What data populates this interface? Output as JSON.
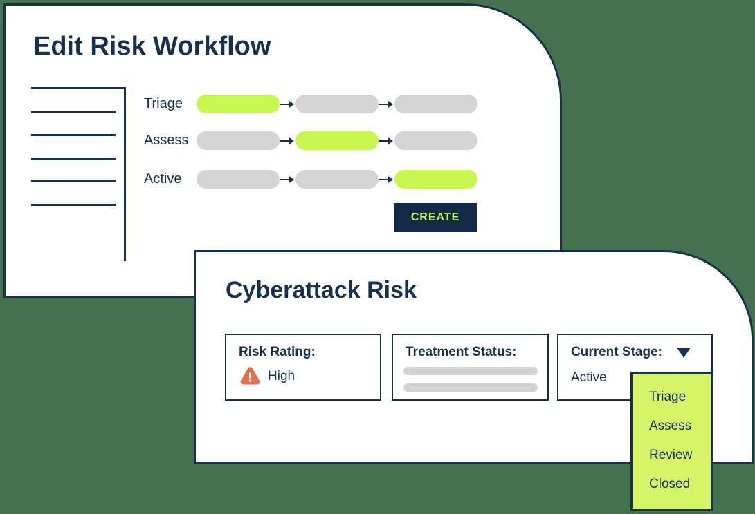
{
  "colors": {
    "background_green": "#46714f",
    "navy": "#16304e",
    "button_navy": "#12294a",
    "lime_active": "#c9f751",
    "lime_dropdown": "#d6f469",
    "placeholder_gray": "#d4d4d4",
    "warning_orange": "#e0704a"
  },
  "workflow_card": {
    "title": "Edit Risk Workflow",
    "rows": [
      {
        "label": "Triage",
        "active_step": 0,
        "total_steps": 3
      },
      {
        "label": "Assess",
        "active_step": 1,
        "total_steps": 3
      },
      {
        "label": "Active",
        "active_step": 2,
        "total_steps": 3
      }
    ],
    "create_button_label": "CREATE"
  },
  "risk_card": {
    "title": "Cyberattack Risk",
    "risk_rating": {
      "label": "Risk Rating:",
      "value": "High",
      "icon": "warning-triangle-icon"
    },
    "treatment_status": {
      "label": "Treatment Status:",
      "placeholder_bars": 2
    },
    "current_stage": {
      "label": "Current Stage:",
      "value": "Active",
      "icon": "caret-down-icon"
    },
    "stage_dropdown": {
      "options": [
        "Triage",
        "Assess",
        "Review",
        "Closed"
      ]
    }
  }
}
